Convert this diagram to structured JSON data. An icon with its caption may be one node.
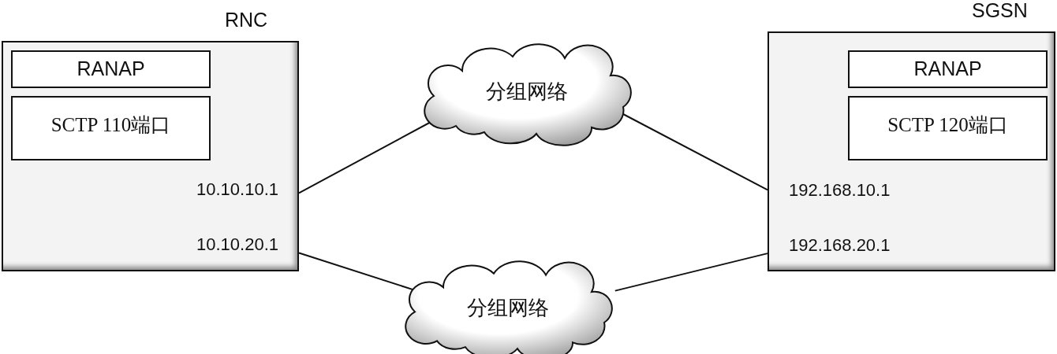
{
  "diagram": {
    "nodes": [
      {
        "text": [
          "RNC",
          "10.10.10.1",
          "10.10.20.1"
        ]
      },
      {
        "text": [
          "RANAP"
        ],
        "in": 0
      },
      {
        "text": [
          "SCTP 110端口"
        ],
        "in": 0
      },
      {
        "text": [
          "分组网络"
        ]
      },
      {
        "text": [
          "分组网络"
        ]
      },
      {
        "text": [
          "SGSN",
          "192.168.10.1",
          "192.168.20.1"
        ]
      },
      {
        "text": [
          "RANAP"
        ],
        "in": 5
      },
      {
        "text": [
          "SCTP 120端口"
        ],
        "in": 5
      }
    ],
    "edges": [
      {
        "from": 0,
        "to": 3,
        "arrow": "none"
      },
      {
        "from": 3,
        "to": 5,
        "arrow": "none"
      },
      {
        "from": 0,
        "to": 4,
        "arrow": "none"
      },
      {
        "from": 4,
        "to": 5,
        "arrow": "none"
      }
    ]
  }
}
